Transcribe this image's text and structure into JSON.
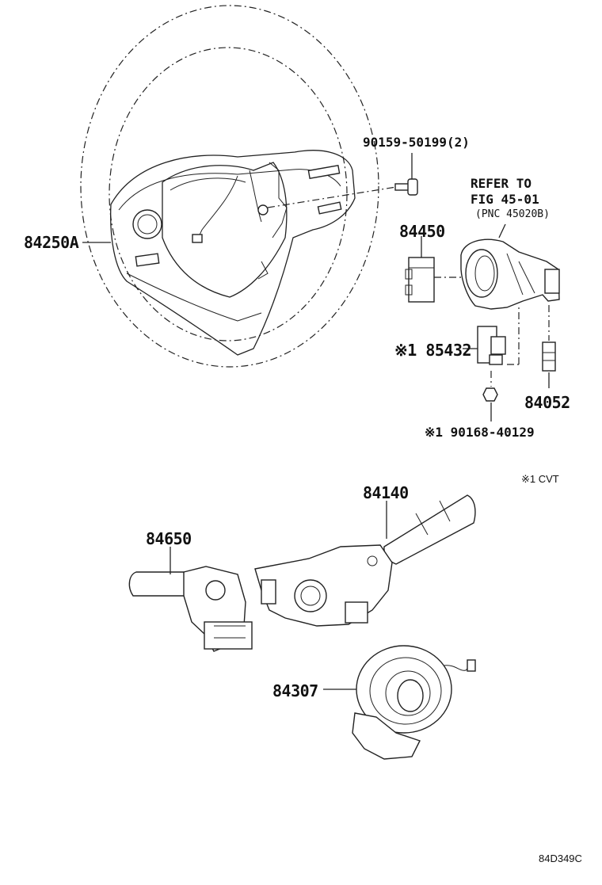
{
  "labels": {
    "steering_wheel": "84250A",
    "bolt": "90159-50199(2)",
    "refer_line1": "REFER TO",
    "refer_line2": "FIG 45-01",
    "refer_line3": "(PNC 45020B)",
    "switch_84450": "84450",
    "sensor_85432": "※1 85432",
    "connector_84052": "84052",
    "nut": "※1 90168-40129",
    "note_cvt": "※1 CVT",
    "wiper_switch": "84140",
    "turn_switch": "84650",
    "spiral_cable": "84307",
    "diagram_code": "84D349C"
  }
}
